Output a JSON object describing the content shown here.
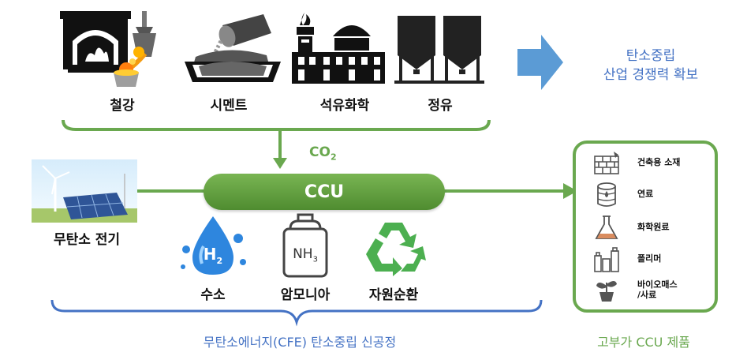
{
  "industries": [
    "철강",
    "시멘트",
    "석유화학",
    "정유"
  ],
  "goal": {
    "line1": "탄소중립",
    "line2": "산업 경쟁력 확보"
  },
  "co2": {
    "main": "CO",
    "sub": "2"
  },
  "ccu": "CCU",
  "carbon_free_power": "무탄소 전기",
  "energy": [
    "수소",
    "암모니아",
    "자원순환"
  ],
  "h2_label": {
    "main": "H",
    "sub": "2"
  },
  "nh3_label": {
    "main": "NH",
    "sub": "3"
  },
  "process_title": "무탄소에너지(CFE) 탄소중립 신공정",
  "products_title": "고부가 CCU 제품",
  "products": [
    {
      "label": "건축용 소재",
      "icon": "brick-wall-icon"
    },
    {
      "label": "연료",
      "icon": "fuel-barrel-icon"
    },
    {
      "label": "화학원료",
      "icon": "flask-icon"
    },
    {
      "label": "폴리머",
      "icon": "polymer-bottles-icon"
    },
    {
      "label": "바이오매스\n/사료",
      "icon": "plant-pot-icon"
    }
  ],
  "colors": {
    "green": "#6aa84f",
    "blue": "#4472c4",
    "arrow_blue": "#5b9bd5",
    "ccu_fill": "#5a9a38"
  }
}
